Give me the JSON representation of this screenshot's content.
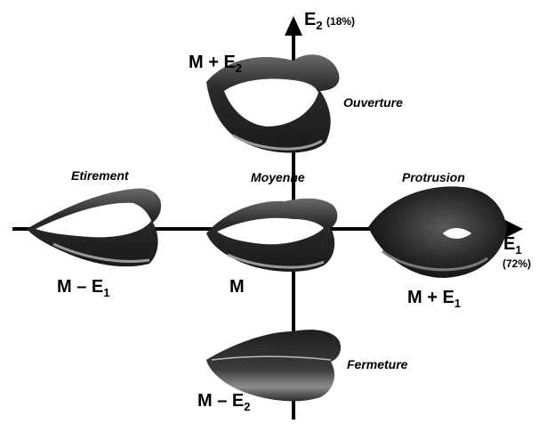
{
  "axes": {
    "e2": {
      "name": "E",
      "sub": "2",
      "pct": "(18%)"
    },
    "e1": {
      "name": "E",
      "sub": "1",
      "pct": "(72%)"
    }
  },
  "shapes": {
    "ouverture": {
      "caption": "Ouverture",
      "formula": {
        "pre": "M + E",
        "sub": "2"
      }
    },
    "etirement": {
      "caption": "Etirement",
      "formula": {
        "pre": "M – E",
        "sub": "1"
      }
    },
    "moyenne": {
      "caption": "Moyenne",
      "formula": {
        "pre": "M",
        "sub": ""
      }
    },
    "protrusion": {
      "caption": "Protrusion",
      "formula": {
        "pre": "M + E",
        "sub": "1"
      }
    },
    "fermeture": {
      "caption": "Fermeture",
      "formula": {
        "pre": "M – E",
        "sub": "2"
      }
    }
  },
  "colors": {
    "lip": "#262626",
    "lipHighlight": "#8a8a8a",
    "axis": "#000000",
    "background": "#ffffff"
  }
}
